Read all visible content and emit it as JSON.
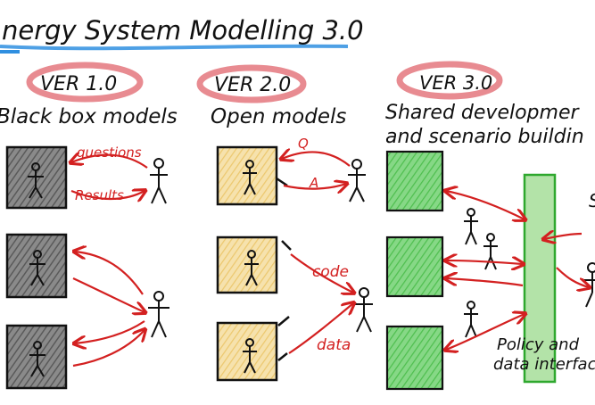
{
  "title": "nergy System Modelling 3.0",
  "columns": [
    {
      "version": "VER 1.0",
      "heading": "Black box models",
      "arrow_labels": [
        "questions",
        "Results"
      ]
    },
    {
      "version": "VER 2.0",
      "heading": "Open models",
      "arrow_labels": [
        "Q",
        "A",
        "code",
        "data"
      ]
    },
    {
      "version": "VER 3.0",
      "heading_line1": "Shared developmer",
      "heading_line2": "and scenario buildin",
      "interface_label_line1": "Policy and",
      "interface_label_line2": "data interfac"
    }
  ],
  "colors": {
    "ink": "#111111",
    "highlight_red": "#e0646c",
    "title_underline_blue": "#2f8fe0",
    "arrow_red": "#d32020",
    "box_grey": "#7d7d7d",
    "box_yellow": "#f2d897",
    "box_green": "#67cc67",
    "interface_green": "#b3e3a8"
  }
}
